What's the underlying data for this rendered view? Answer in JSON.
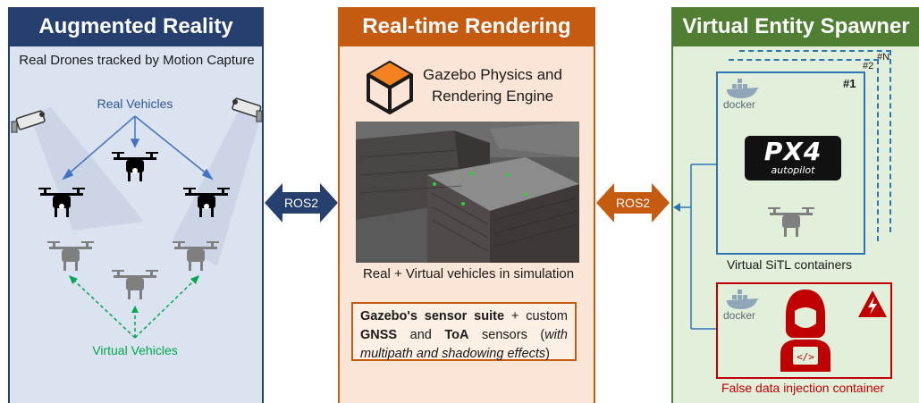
{
  "augmented_reality": {
    "title": "Augmented Reality",
    "subtitle": "Real Drones tracked by Motion Capture",
    "real_label": "Real Vehicles",
    "virtual_label": "Virtual Vehicles"
  },
  "connectors": {
    "left_label": "ROS2",
    "right_label": "ROS2"
  },
  "rendering": {
    "title": "Real-time Rendering",
    "engine_label": "Gazebo Physics and Rendering Engine",
    "caption": "Real + Virtual vehicles in simulation",
    "sensor_bold1": "Gazebo's sensor suite",
    "sensor_text1": " + custom ",
    "sensor_bold2": "GNSS",
    "sensor_text2": " and ",
    "sensor_bold3": "ToA",
    "sensor_text3": " sensors (",
    "sensor_italic": "with multipath and shadowing effects",
    "sensor_text4": ")"
  },
  "spawner": {
    "title": "Virtual Entity Spawner",
    "tag_n": "#N",
    "tag_2": "#2",
    "tag_1": "#1",
    "docker_label": "docker",
    "px4_main": "PX4",
    "px4_sub": "autopilot",
    "sitl_caption": "Virtual SiTL containers",
    "fdi_caption": "False data injection container"
  },
  "colors": {
    "ar_dark": "#253f6e",
    "rt_dark": "#c55a11",
    "ve_dark": "#507e32",
    "sitl_blue": "#2e75b6",
    "fdi_red": "#c00000",
    "virtual_green": "#00a651"
  }
}
